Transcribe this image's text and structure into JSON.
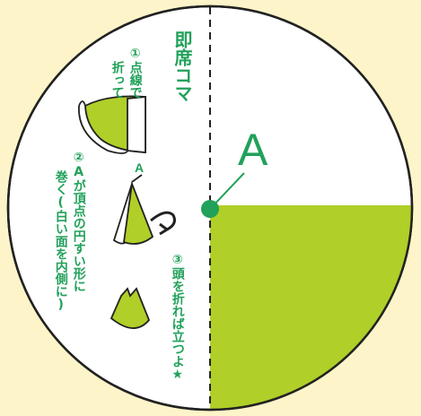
{
  "title": "即席コマ",
  "step1": {
    "num": "①",
    "line1": "点線で",
    "line2": "折って"
  },
  "step2": {
    "num": "②",
    "line1": "Aが頂点の円すい形に",
    "line2": "巻く(白い面を内側に)"
  },
  "step3": {
    "num": "③",
    "line1": "頭を折れば立つよ★"
  },
  "point_label_large": "A",
  "point_label_small": "A",
  "colors": {
    "background": "#fdf5c9",
    "lime": "#b0cf28",
    "green_text": "#21a15a",
    "line": "#222222"
  }
}
